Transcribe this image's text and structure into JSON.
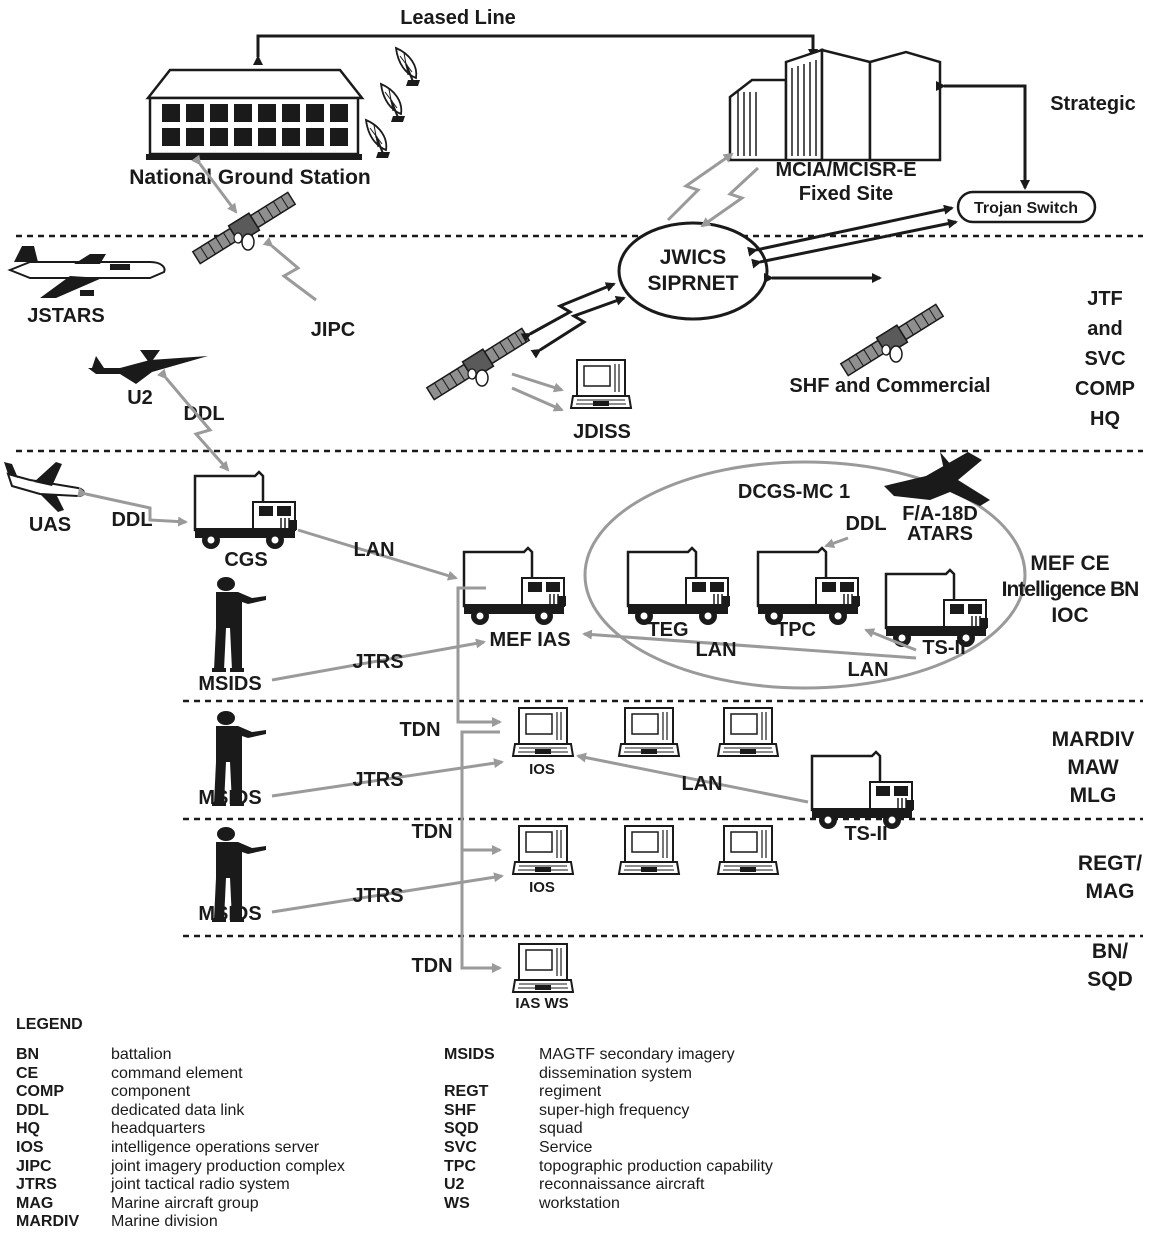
{
  "labels": {
    "leased_line": "Leased Line",
    "national_ground_station": "National Ground Station",
    "mcia": "MCIA/MCISR-E",
    "fixed_site": "Fixed Site",
    "strategic": "Strategic",
    "trojan_switch": "Trojan Switch",
    "jwics": "JWICS",
    "siprnet": "SIPRNET",
    "jstars": "JSTARS",
    "jipc": "JIPC",
    "shf_commercial": "SHF and Commercial",
    "jtf": "JTF",
    "and": "and",
    "svc": "SVC",
    "comp": "COMP",
    "hq": "HQ",
    "u2": "U2",
    "ddl": "DDL",
    "jdiss": "JDISS",
    "uas": "UAS",
    "cgs": "CGS",
    "lan": "LAN",
    "dcgs": "DCGS-MC 1",
    "fa18": "F/A-18D",
    "atars": "ATARS",
    "mef_ce": "MEF CE",
    "intel_bn": "Intelligence BN",
    "ioc": "IOC",
    "teg": "TEG",
    "tpc": "TPC",
    "ts2": "TS-II",
    "mef_ias": "MEF IAS",
    "jtrs": "JTRS",
    "msids": "MSIDS",
    "tdn": "TDN",
    "ios": "IOS",
    "mardiv": "MARDIV",
    "maw": "MAW",
    "mlg": "MLG",
    "regt": "REGT/",
    "mag": "MAG",
    "bn": "BN/",
    "sqd": "SQD",
    "ias_ws": "IAS WS"
  },
  "legend": {
    "title": "LEGEND",
    "left": [
      {
        "abbr": "BN",
        "def": "battalion"
      },
      {
        "abbr": "CE",
        "def": "command element"
      },
      {
        "abbr": "COMP",
        "def": "component"
      },
      {
        "abbr": "DDL",
        "def": "dedicated data link"
      },
      {
        "abbr": "HQ",
        "def": "headquarters"
      },
      {
        "abbr": "IOS",
        "def": "intelligence operations server"
      },
      {
        "abbr": "JIPC",
        "def": "joint imagery production complex"
      },
      {
        "abbr": "JTRS",
        "def": "joint tactical radio system"
      },
      {
        "abbr": "MAG",
        "def": "Marine aircraft group"
      },
      {
        "abbr": "MARDIV",
        "def": "Marine division"
      }
    ],
    "right": [
      {
        "abbr": "MSIDS",
        "def": "MAGTF secondary imagery"
      },
      {
        "abbr": "",
        "def": "dissemination system"
      },
      {
        "abbr": "REGT",
        "def": "regiment"
      },
      {
        "abbr": "SHF",
        "def": "super-high frequency"
      },
      {
        "abbr": "SQD",
        "def": "squad"
      },
      {
        "abbr": "SVC",
        "def": "Service"
      },
      {
        "abbr": "TPC",
        "def": "topographic production capability"
      },
      {
        "abbr": "U2",
        "def": "reconnaissance aircraft"
      },
      {
        "abbr": "WS",
        "def": "workstation"
      }
    ]
  }
}
